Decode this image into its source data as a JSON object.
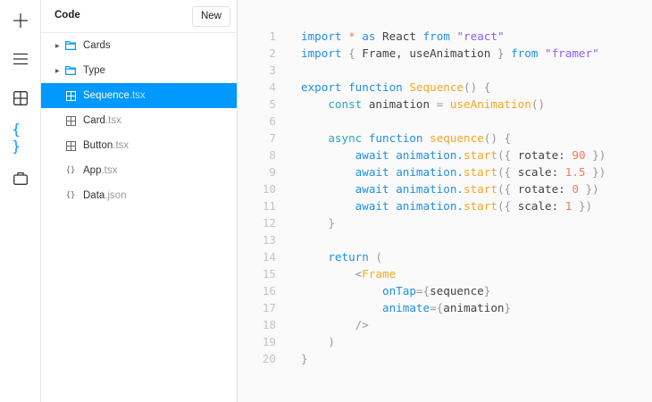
{
  "rail": {
    "icons": [
      "plus-icon",
      "menu-icon",
      "grid-icon",
      "code-braces-icon",
      "briefcase-icon"
    ],
    "active": "code-braces-icon",
    "accent": "#0099ff"
  },
  "panel": {
    "title": "Code",
    "new_label": "New",
    "items": [
      {
        "name": "Cards",
        "ext": "",
        "type": "folder"
      },
      {
        "name": "Type",
        "ext": "",
        "type": "folder"
      },
      {
        "name": "Sequence",
        "ext": ".tsx",
        "type": "component",
        "selected": true
      },
      {
        "name": "Card",
        "ext": ".tsx",
        "type": "component"
      },
      {
        "name": "Button",
        "ext": ".tsx",
        "type": "component"
      },
      {
        "name": "App",
        "ext": ".tsx",
        "type": "code"
      },
      {
        "name": "Data",
        "ext": ".json",
        "type": "code"
      }
    ]
  },
  "editor": {
    "lines": [
      [
        [
          "import",
          "kw"
        ],
        [
          " ",
          "id"
        ],
        [
          "*",
          "num"
        ],
        [
          " ",
          "id"
        ],
        [
          "as",
          "kw"
        ],
        [
          " React ",
          "id"
        ],
        [
          "from",
          "kw"
        ],
        [
          " ",
          "id"
        ],
        [
          "\"react\"",
          "str"
        ]
      ],
      [
        [
          "import",
          "kw"
        ],
        [
          " { ",
          "p"
        ],
        [
          "Frame, useAnimation",
          "id"
        ],
        [
          " } ",
          "p"
        ],
        [
          "from",
          "kw"
        ],
        [
          " ",
          "id"
        ],
        [
          "\"framer\"",
          "str"
        ]
      ],
      [],
      [
        [
          "export",
          "kw"
        ],
        [
          " ",
          "id"
        ],
        [
          "function",
          "kw"
        ],
        [
          " ",
          "id"
        ],
        [
          "Sequence",
          "fn"
        ],
        [
          "() {",
          "p"
        ]
      ],
      [
        [
          "    ",
          "id"
        ],
        [
          "const",
          "kw2"
        ],
        [
          " animation ",
          "id"
        ],
        [
          "=",
          "p"
        ],
        [
          " ",
          "id"
        ],
        [
          "useAnimation",
          "fn"
        ],
        [
          "()",
          "p"
        ]
      ],
      [],
      [
        [
          "    ",
          "id"
        ],
        [
          "async",
          "kw2"
        ],
        [
          " ",
          "id"
        ],
        [
          "function",
          "kw"
        ],
        [
          " ",
          "id"
        ],
        [
          "sequence",
          "fn"
        ],
        [
          "() {",
          "p"
        ]
      ],
      [
        [
          "        ",
          "id"
        ],
        [
          "await",
          "kw"
        ],
        [
          " ",
          "id"
        ],
        [
          "animation.",
          "kw"
        ],
        [
          "start",
          "fn"
        ],
        [
          "({ ",
          "p"
        ],
        [
          "rotate: ",
          "id"
        ],
        [
          "90",
          "num"
        ],
        [
          " })",
          "p"
        ]
      ],
      [
        [
          "        ",
          "id"
        ],
        [
          "await",
          "kw"
        ],
        [
          " ",
          "id"
        ],
        [
          "animation.",
          "kw"
        ],
        [
          "start",
          "fn"
        ],
        [
          "({ ",
          "p"
        ],
        [
          "scale: ",
          "id"
        ],
        [
          "1.5",
          "num"
        ],
        [
          " })",
          "p"
        ]
      ],
      [
        [
          "        ",
          "id"
        ],
        [
          "await",
          "kw"
        ],
        [
          " ",
          "id"
        ],
        [
          "animation.",
          "kw"
        ],
        [
          "start",
          "fn"
        ],
        [
          "({ ",
          "p"
        ],
        [
          "rotate: ",
          "id"
        ],
        [
          "0",
          "num"
        ],
        [
          " })",
          "p"
        ]
      ],
      [
        [
          "        ",
          "id"
        ],
        [
          "await",
          "kw"
        ],
        [
          " ",
          "id"
        ],
        [
          "animation.",
          "kw"
        ],
        [
          "start",
          "fn"
        ],
        [
          "({ ",
          "p"
        ],
        [
          "scale: ",
          "id"
        ],
        [
          "1",
          "num"
        ],
        [
          " })",
          "p"
        ]
      ],
      [
        [
          "    }",
          "p"
        ]
      ],
      [],
      [
        [
          "    ",
          "id"
        ],
        [
          "return",
          "kw"
        ],
        [
          " (",
          "p"
        ]
      ],
      [
        [
          "        <",
          "p"
        ],
        [
          "Frame",
          "fn"
        ]
      ],
      [
        [
          "            ",
          "id"
        ],
        [
          "onTap",
          "kw"
        ],
        [
          "={",
          "p"
        ],
        [
          "sequence",
          "id"
        ],
        [
          "}",
          "p"
        ]
      ],
      [
        [
          "            ",
          "id"
        ],
        [
          "animate",
          "kw"
        ],
        [
          "={",
          "p"
        ],
        [
          "animation",
          "id"
        ],
        [
          "}",
          "p"
        ]
      ],
      [
        [
          "        />",
          "p"
        ]
      ],
      [
        [
          "    )",
          "p"
        ]
      ],
      [
        [
          "}",
          "p"
        ]
      ]
    ]
  }
}
